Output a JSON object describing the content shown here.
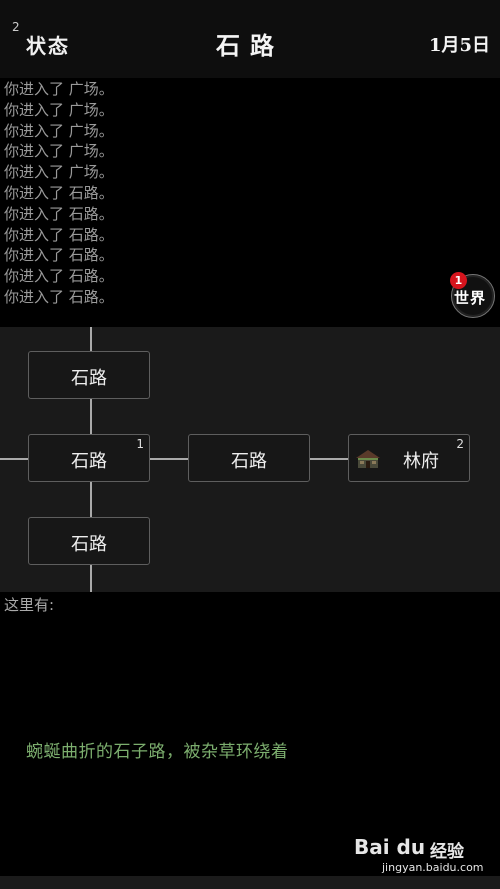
{
  "header": {
    "status_count": "2",
    "status_label": "状态",
    "title": "石路",
    "date": "1月5日"
  },
  "log": [
    "你进入了 广场。",
    "你进入了 广场。",
    "你进入了 广场。",
    "你进入了 广场。",
    "你进入了 广场。",
    "你进入了 石路。",
    "你进入了 石路。",
    "你进入了 石路。",
    "你进入了 石路。",
    "你进入了 石路。",
    "你进入了 石路。"
  ],
  "world_button": {
    "label": "世界",
    "badge": "1"
  },
  "map": {
    "nodes": {
      "north": {
        "label": "石路"
      },
      "current": {
        "label": "石路",
        "count": "1"
      },
      "south": {
        "label": "石路"
      },
      "east": {
        "label": "石路"
      },
      "far_east": {
        "label": "林府",
        "count": "2",
        "icon": "house-icon"
      }
    }
  },
  "here": {
    "label": "这里有:"
  },
  "description": "蜿蜒曲折的石子路，被杂草环绕着",
  "watermark": {
    "logo": "Bai du",
    "experience": "经验",
    "url": "jingyan.baidu.com"
  }
}
